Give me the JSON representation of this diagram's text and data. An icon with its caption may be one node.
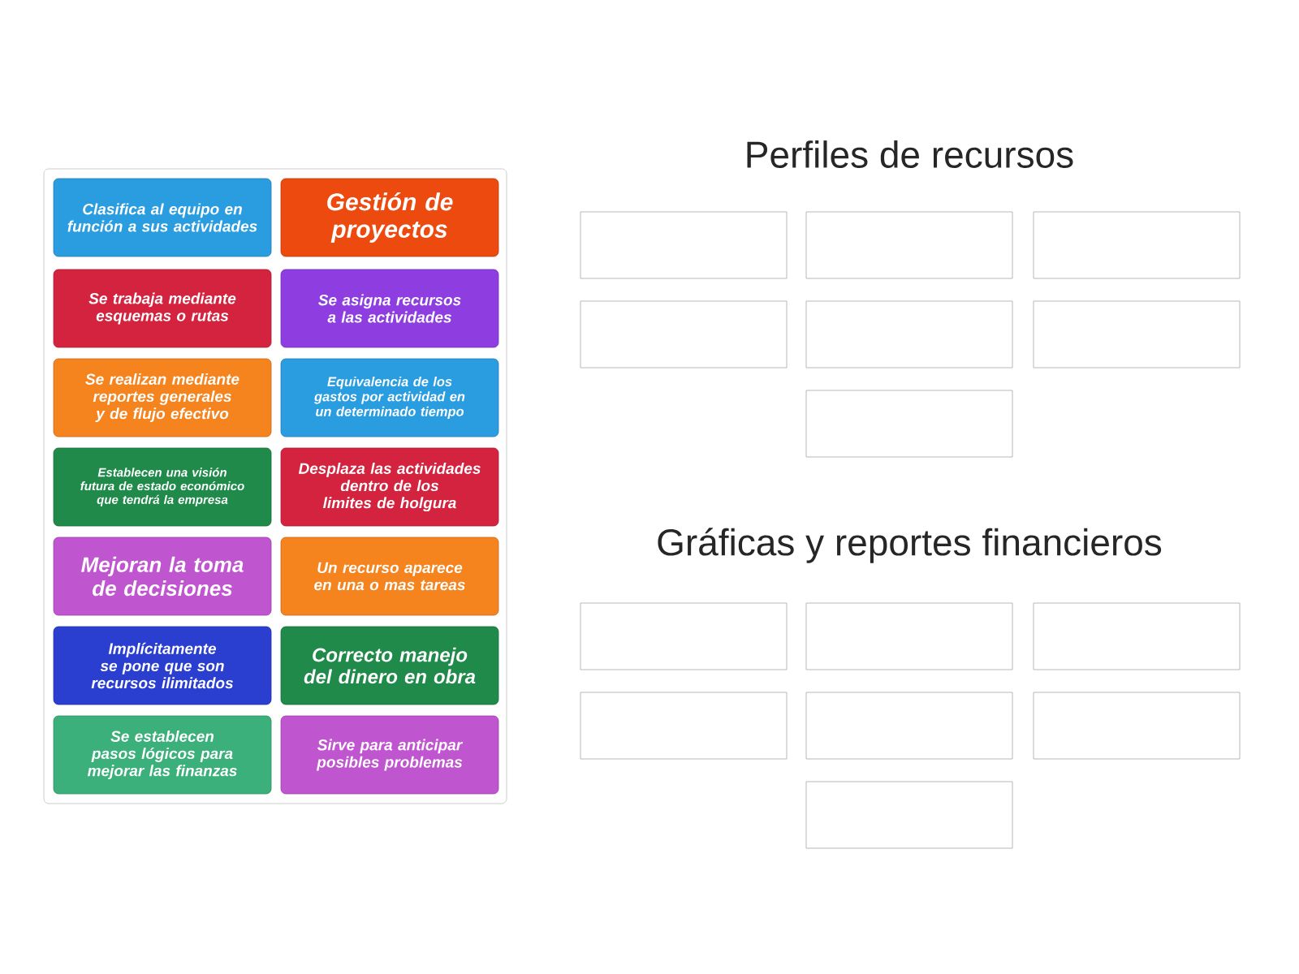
{
  "diagram": {
    "nodes": [
      {
        "text": [
          "Clasifica al equipo en función a sus actividades"
        ]
      },
      {
        "text": [
          "Gestión de proyectos"
        ]
      },
      {
        "text": [
          "Se trabaja mediante esquemas o rutas"
        ]
      },
      {
        "text": [
          "Se asigna recursos a las actividades"
        ]
      },
      {
        "text": [
          "Se realizan mediante reportes generales y de flujo efectivo"
        ]
      },
      {
        "text": [
          "Equivalencia de los gastos por actividad en un determinado tiempo"
        ]
      },
      {
        "text": [
          "Establecen una visión futura de estado económico que tendrá la empresa"
        ]
      },
      {
        "text": [
          "Desplaza las actividades dentro de los limites de holgura"
        ]
      },
      {
        "text": [
          "Mejoran la toma de decisiones"
        ]
      },
      {
        "text": [
          "Un recurso aparece en una o mas tareas"
        ]
      },
      {
        "text": [
          "Implícitamente se pone que son recursos ilimitados"
        ]
      },
      {
        "text": [
          "Correcto manejo del dinero en obra"
        ]
      },
      {
        "text": [
          "Se establecen pasos lógicos para mejorar las finanzas"
        ]
      },
      {
        "text": [
          "Sirve para anticipar posibles problemas"
        ]
      },
      {
        "text": [],
        "shape": "box"
      },
      {
        "text": [],
        "shape": "box"
      },
      {
        "text": [],
        "shape": "box"
      },
      {
        "text": [],
        "shape": "box"
      },
      {
        "text": [],
        "shape": "box"
      },
      {
        "text": [],
        "shape": "box"
      },
      {
        "text": [],
        "shape": "box"
      },
      {
        "text": [],
        "shape": "box"
      },
      {
        "text": [],
        "shape": "box"
      },
      {
        "text": [],
        "shape": "box"
      },
      {
        "text": [],
        "shape": "box"
      },
      {
        "text": [],
        "shape": "box"
      },
      {
        "text": [],
        "shape": "box"
      },
      {
        "text": [],
        "shape": "box"
      }
    ],
    "edges": [],
    "labels": [
      "Perfiles de recursos",
      "Gráficas y reportes financieros"
    ]
  }
}
